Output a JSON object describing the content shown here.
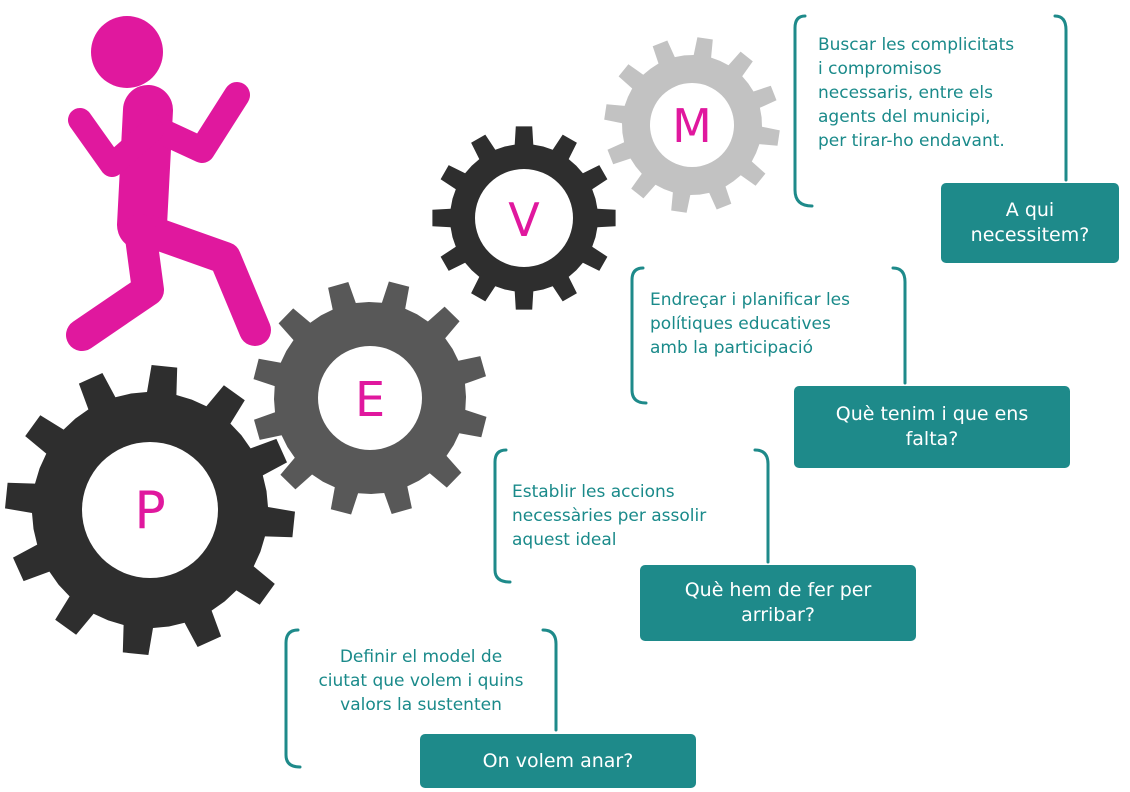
{
  "colors": {
    "figure": "#e0189e",
    "teal": "#1e8a8a",
    "gear_dark": "#2e2e2e",
    "gear_mid": "#585858",
    "gear_light": "#c2c2c2",
    "letter": "#e0189e"
  },
  "gears": [
    {
      "letter": "P"
    },
    {
      "letter": "E"
    },
    {
      "letter": "V"
    },
    {
      "letter": "M"
    }
  ],
  "steps": [
    {
      "description_lines": [
        "Buscar les complicitats",
        "i compromisos",
        "necessaris, entre els",
        "agents del municipi,",
        "per tirar-ho endavant."
      ],
      "question_lines": [
        "A qui",
        "necessitem?"
      ]
    },
    {
      "description_lines": [
        "Endreçar i planificar les",
        "polítiques educatives",
        "amb la participació"
      ],
      "question_lines": [
        "Què tenim i que ens",
        "falta?"
      ]
    },
    {
      "description_lines": [
        "Establir les accions",
        "necessàries per assolir",
        "aquest ideal"
      ],
      "question_lines": [
        "Què hem de fer per",
        "arribar?"
      ]
    },
    {
      "description_lines": [
        "Definir el model de",
        "ciutat que volem i quins",
        "valors la sustenten"
      ],
      "question_lines": [
        "On volem anar?"
      ]
    }
  ]
}
